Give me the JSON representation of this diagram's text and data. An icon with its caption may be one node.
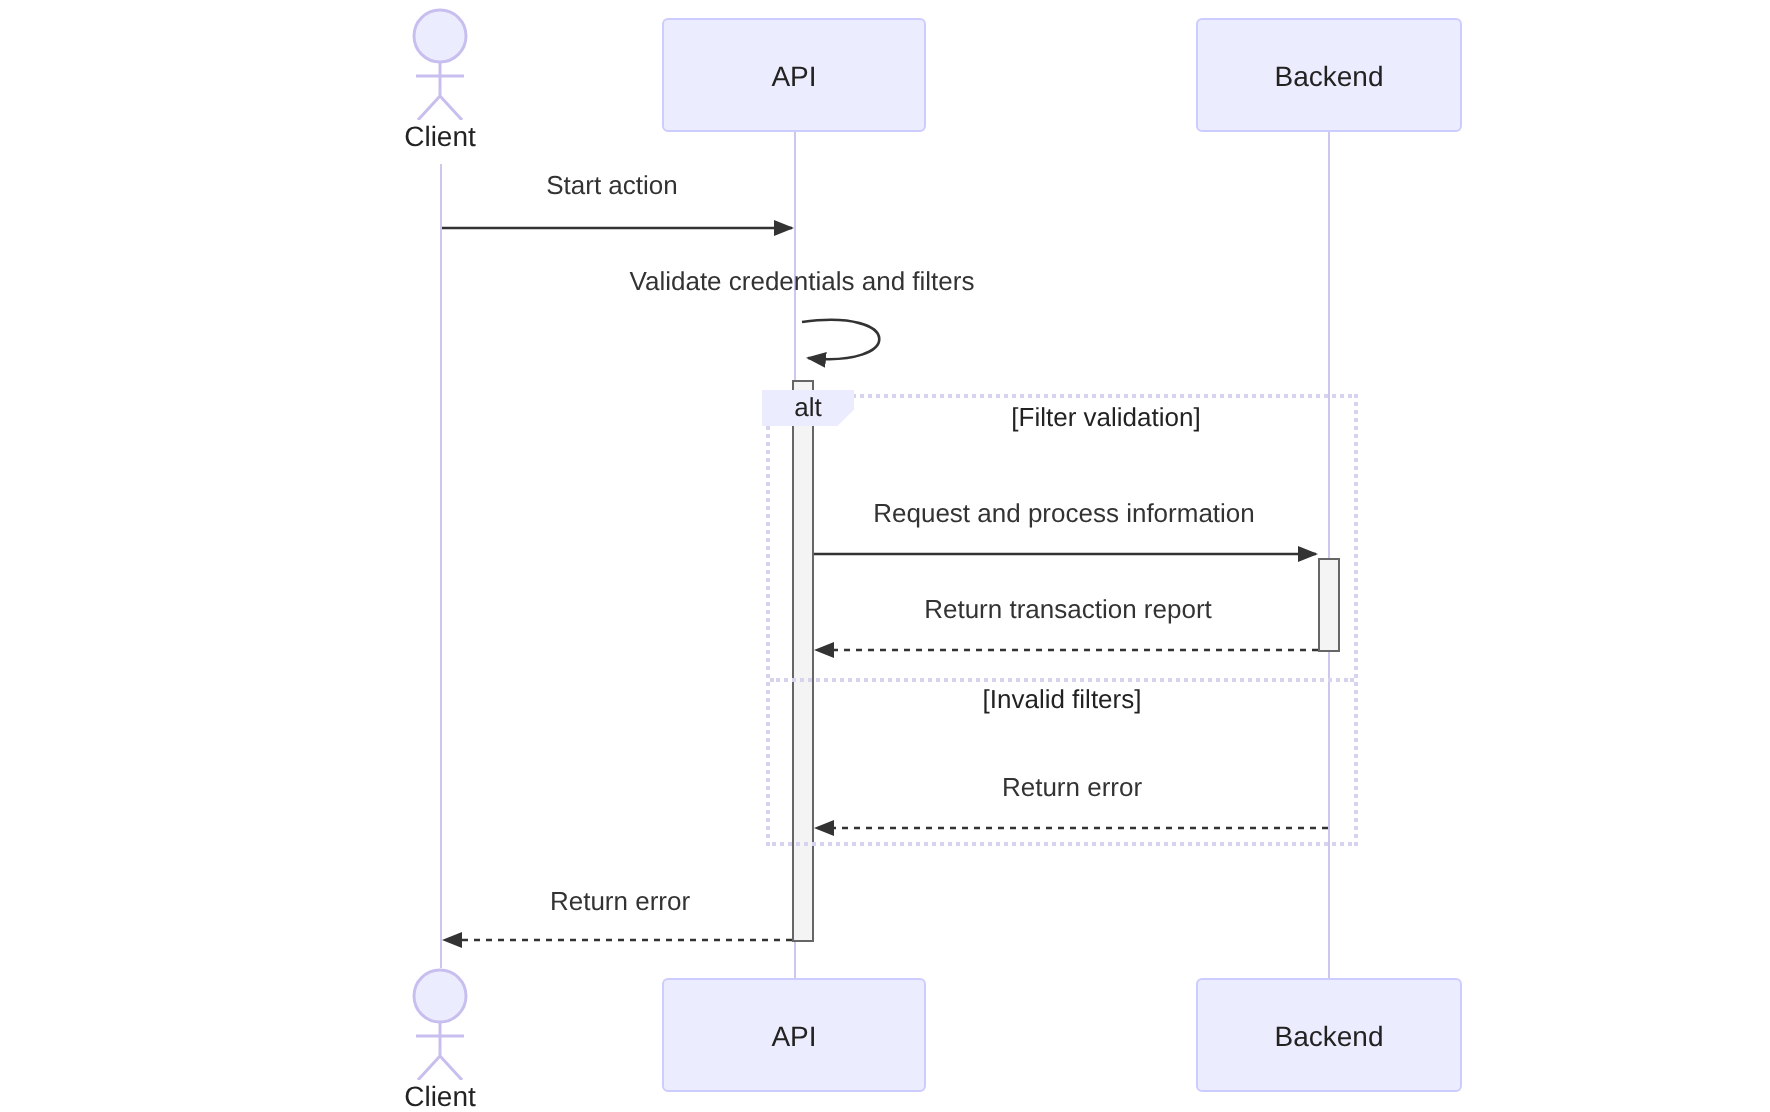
{
  "diagram": {
    "nodes": [
      {
        "text": [
          "Client"
        ]
      },
      {
        "text": [
          "API"
        ]
      },
      {
        "text": [
          "Backend"
        ]
      },
      {
        "text": [],
        "shape": "line"
      },
      {
        "text": [],
        "shape": "line"
      },
      {
        "text": [],
        "shape": "line"
      },
      {
        "text": [],
        "shape": "bar"
      },
      {
        "text": [],
        "shape": "bar"
      },
      {
        "text": [
          "Client"
        ]
      },
      {
        "text": [
          "API"
        ]
      },
      {
        "text": [
          "Backend"
        ]
      }
    ],
    "edges": [
      {
        "from": 3,
        "to": 4,
        "arrow": "to",
        "label": "Start action"
      },
      {
        "from": 4,
        "to": 4,
        "arrow": "to",
        "label": "Validate credentials and filters"
      },
      {
        "from": 6,
        "to": 7,
        "arrow": "to",
        "label": "Request and process information"
      },
      {
        "from": 7,
        "to": 6,
        "arrow": "to",
        "label": "Return transaction report",
        "style": "dashed"
      },
      {
        "from": 5,
        "to": 6,
        "arrow": "to",
        "label": "Return error",
        "style": "dashed"
      },
      {
        "from": 6,
        "to": 3,
        "arrow": "to",
        "label": "Return error",
        "style": "dashed"
      }
    ],
    "labels": [
      "alt",
      "[Filter validation]",
      "[Invalid filters]"
    ]
  }
}
